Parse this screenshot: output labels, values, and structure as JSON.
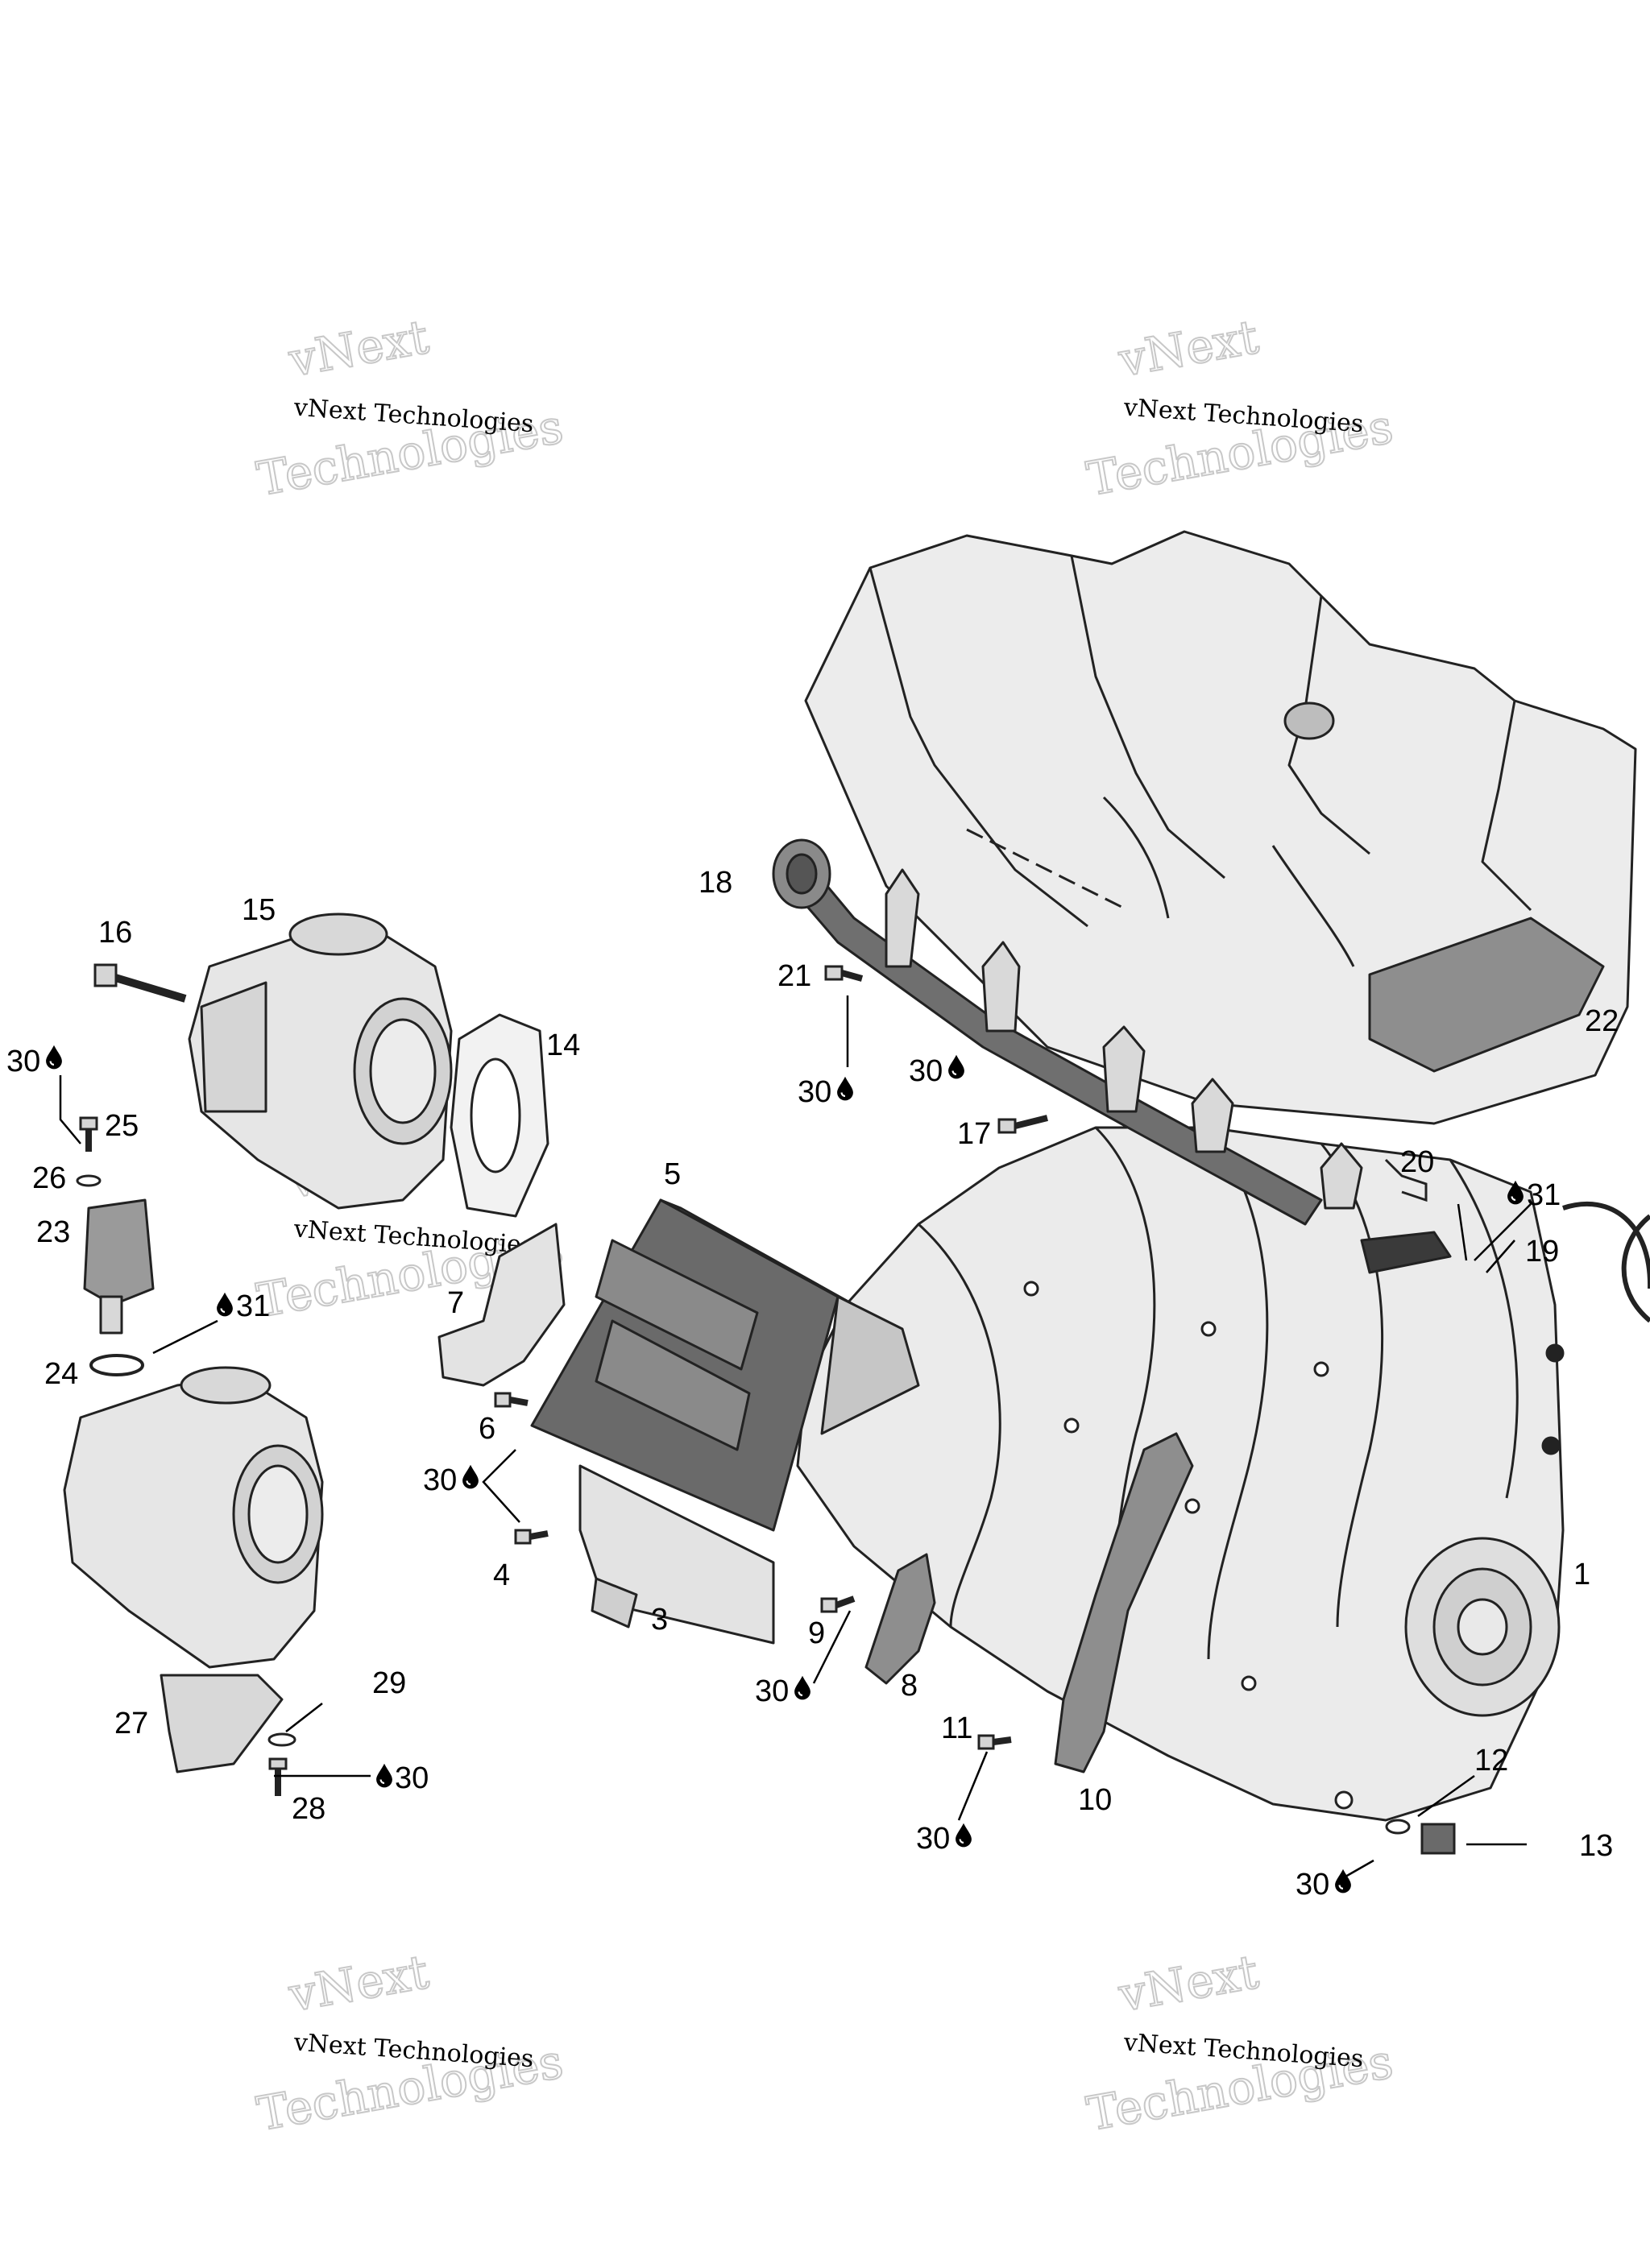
{
  "watermark": {
    "line1": "vNext Technologies",
    "big_a": "vNext",
    "big_b": "Technologies"
  },
  "callouts": {
    "c1": "1",
    "c3": "3",
    "c4": "4",
    "c5": "5",
    "c6": "6",
    "c7": "7",
    "c8": "8",
    "c9": "9",
    "c10": "10",
    "c11": "11",
    "c12": "12",
    "c13": "13",
    "c14": "14",
    "c15": "15",
    "c16": "16",
    "c17": "17",
    "c18": "18",
    "c19": "19",
    "c20": "20",
    "c21": "21",
    "c22": "22",
    "c23": "23",
    "c24": "24",
    "c25": "25",
    "c26": "26",
    "c27": "27",
    "c28": "28",
    "c29": "29",
    "lub30": "30",
    "lub31": "31"
  },
  "colors": {
    "line": "#222222",
    "part_fill": "#e8e8e8",
    "part_shade": "#cfcfcf",
    "dark_part": "#7a7a7a",
    "watermark": "#d5d5d5"
  },
  "icons": {
    "lubricant": "drop-icon"
  }
}
